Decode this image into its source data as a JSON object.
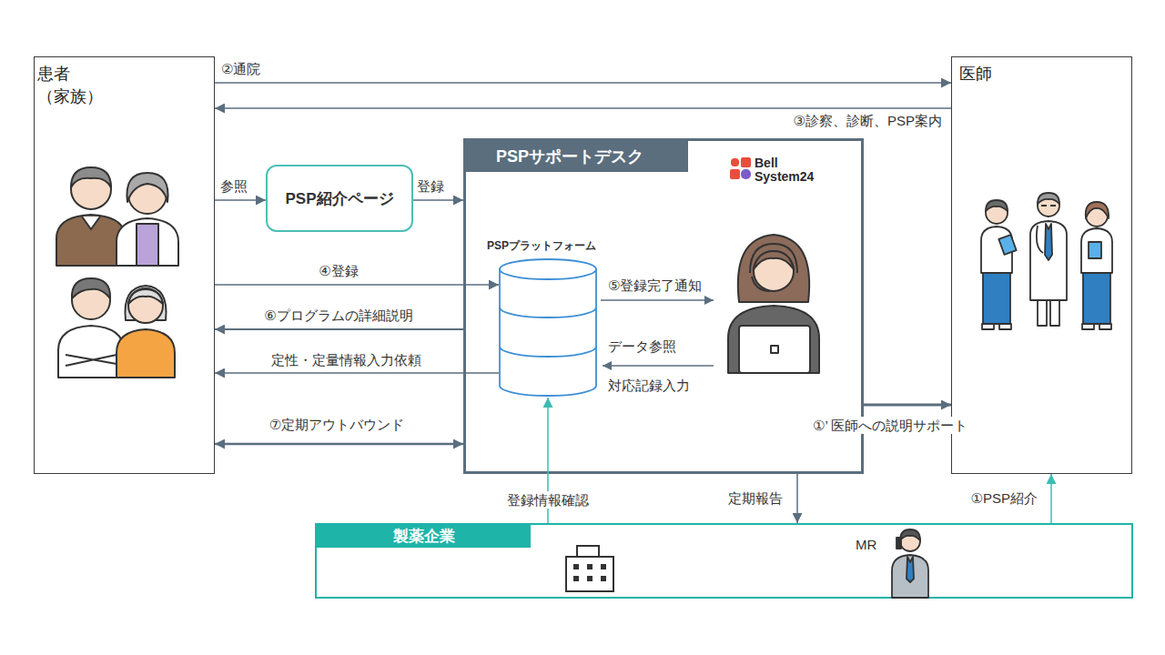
{
  "diagram": {
    "nodes": [
      {
        "text": [
          "患者 （家族）"
        ]
      },
      {
        "text": [
          "医師"
        ]
      },
      {
        "text": [
          "PSP紹介ページ"
        ]
      },
      {
        "text": [
          "PSPサポートデスク",
          "Bell System24"
        ]
      },
      {
        "text": [
          "PSPプラットフォーム"
        ],
        "in": 3
      },
      {
        "text": [
          "製薬企業",
          "MR"
        ]
      }
    ],
    "edges": [
      {
        "from": 0,
        "to": 1,
        "label": "②通院",
        "arrow": "to"
      },
      {
        "from": 1,
        "to": 0,
        "label": "③診察、診断、PSP案内",
        "arrow": "to"
      },
      {
        "from": 0,
        "to": 2,
        "label": "参照",
        "arrow": "to"
      },
      {
        "from": 2,
        "to": 3,
        "label": "登録",
        "arrow": "to"
      },
      {
        "from": 0,
        "to": 4,
        "label": "④登録",
        "arrow": "to"
      },
      {
        "from": 3,
        "to": 0,
        "label": "⑥プログラムの詳細説明",
        "arrow": "to"
      },
      {
        "from": 4,
        "to": 0,
        "label": "定性・定量情報入力依頼",
        "arrow": "to"
      },
      {
        "from": 0,
        "to": 3,
        "label": "⑦定期アウトバウンド",
        "arrow": "both"
      },
      {
        "from": 3,
        "to": 1,
        "label": "①’ 医師への説明サポート",
        "arrow": "to"
      },
      {
        "from": 5,
        "to": 4,
        "label": "登録情報確認",
        "arrow": "to"
      },
      {
        "from": 3,
        "to": 5,
        "label": "定期報告",
        "arrow": "to"
      },
      {
        "from": 5,
        "to": 1,
        "label": "①PSP紹介",
        "arrow": "to"
      }
    ],
    "labels": [
      "⑤登録完了通知",
      "データ参照",
      "対応記録入力"
    ]
  }
}
